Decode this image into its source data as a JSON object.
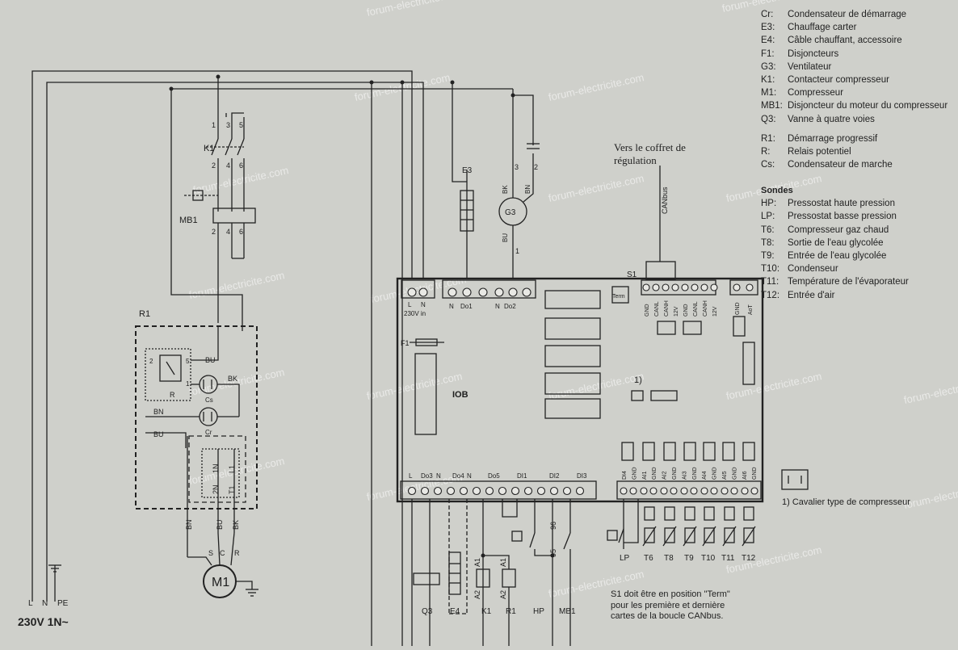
{
  "legend_primary": [
    {
      "code": "Cr:",
      "text": "Condensateur de démarrage"
    },
    {
      "code": "E3:",
      "text": "Chauffage carter"
    },
    {
      "code": "E4:",
      "text": "Câble chauffant, accessoire"
    },
    {
      "code": "F1:",
      "text": "Disjoncteurs"
    },
    {
      "code": "G3:",
      "text": "Ventilateur"
    },
    {
      "code": "K1:",
      "text": "Contacteur compresseur"
    },
    {
      "code": "M1:",
      "text": "Compresseur"
    },
    {
      "code": "MB1:",
      "text": "Disjoncteur du moteur du compresseur"
    },
    {
      "code": "Q3:",
      "text": "Vanne à quatre voies"
    }
  ],
  "legend_secondary": [
    {
      "code": "R1:",
      "text": "Démarrage progressif"
    },
    {
      "code": "R:",
      "text": "Relais potentiel"
    },
    {
      "code": "Cs:",
      "text": "Condensateur de marche"
    }
  ],
  "sondes_header": "Sondes",
  "legend_sondes": [
    {
      "code": "HP:",
      "text": "Pressostat haute pression"
    },
    {
      "code": "LP:",
      "text": "Pressostat basse pression"
    },
    {
      "code": "T6:",
      "text": "Compresseur gaz chaud"
    },
    {
      "code": "T8:",
      "text": "Sortie de l'eau glycolée"
    },
    {
      "code": "T9:",
      "text": "Entrée de l'eau glycolée"
    },
    {
      "code": "T10:",
      "text": "Condenseur"
    },
    {
      "code": "T11:",
      "text": "Température de l'évaporateur"
    },
    {
      "code": "T12:",
      "text": "Entrée d'air"
    }
  ],
  "regulation_note": [
    "Vers le coffret de",
    "régulation"
  ],
  "jumper_note": "1) Cavalier type de compresseur",
  "s1_note": [
    "S1 doit être en position \"Term\"",
    "pour les première et dernière",
    "cartes de la boucle CANbus."
  ],
  "supply": {
    "label": "230V 1N~",
    "l": "L",
    "n": "N",
    "pe": "PE"
  },
  "board": {
    "name": "IOB",
    "f1": "F1",
    "s1": "S1",
    "term": "Term",
    "note_ref": "1)",
    "top_terms": {
      "l": "L",
      "n": "N",
      "in": "230V in",
      "do1_n": "N",
      "do1": "Do1",
      "do2_n": "N",
      "do2": "Do2"
    },
    "can_labels": [
      "GND",
      "CANL",
      "CANH",
      "12V",
      "GND",
      "CANL",
      "CANH",
      "12V"
    ],
    "ain_labels": [
      "GND",
      "AoT"
    ],
    "bottom_left": [
      "L",
      "Do3",
      "N",
      "Do4",
      "N",
      "Do5",
      "DI1",
      "DI2",
      "DI3"
    ],
    "ai_labels": [
      "DI4",
      "GND",
      "AI1",
      "GND",
      "AI2",
      "GND",
      "AI3",
      "GND",
      "AI4",
      "GND",
      "AI5",
      "GND",
      "AI6",
      "GND"
    ]
  },
  "canbus": "CANbus",
  "components": {
    "k1": "K1",
    "mb1": "MB1",
    "r1": "R1",
    "r": "R",
    "cs": "Cs",
    "cr": "Cr",
    "m1": "M1",
    "e3": "E3",
    "g3": "G3",
    "bk": "BK",
    "bn": "BN",
    "bu": "BU",
    "q3": "Q3",
    "e4": "E4",
    "k1b": "K1",
    "r1b": "R1",
    "hp": "HP",
    "mb1b": "MB1",
    "lp": "LP",
    "t6": "T6",
    "t8": "T8",
    "t9": "T9",
    "t10": "T10",
    "t11": "T11",
    "t12": "T12",
    "a1": "A1",
    "a2": "A2",
    "n95": "95",
    "n96": "96",
    "s": "S",
    "c": "C",
    "rr": "R",
    "pin1": "1",
    "pin2": "2",
    "pin3": "3",
    "pin4": "4",
    "pin5": "5",
    "pin6": "6",
    "r_2": "2",
    "r_5": "5",
    "r_1": "1",
    "n1": "1N",
    "l1": "L1",
    "n2": "2N",
    "t1": "T1"
  },
  "watermark": "forum-electricite.com"
}
